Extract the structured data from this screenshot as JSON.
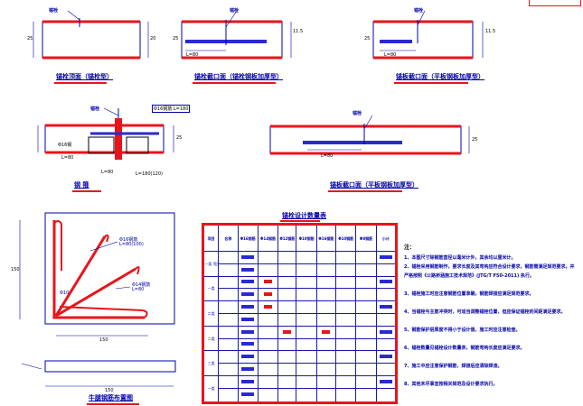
{
  "top_right_box": "",
  "sections": {
    "s1": {
      "caption": "锚栓顶面（锚栓型）",
      "anchor": "锚栓",
      "dim_left": "25",
      "dim_right": "20"
    },
    "s2": {
      "caption": "锚栓截口面（锚栓钢板加厚型）",
      "anchor": "锚栓",
      "dim_left": "25",
      "dim_right": "11.5",
      "dim_bottom": "L=80"
    },
    "s3": {
      "caption": "锚板截口面（平板钢板加厚型）",
      "anchor": "锚栓",
      "dim_left": "25",
      "dim_right": "11.5",
      "dim_bottom": "L=80"
    },
    "s4": {
      "caption": "钢 箍",
      "anchor": "锚栓",
      "note_tr": "Φ16钢筋 L=180",
      "dim_bl": "Φ16钢",
      "dim_bl2": "L=80",
      "dim_b": "L=80",
      "dim_br": "L=180(120)",
      "dim_right": "25"
    },
    "s5": {
      "caption": "锚板截口面（平板钢板加厚型）",
      "anchor": "锚栓",
      "dim_right": "25",
      "dim_bottom": "L=80"
    }
  },
  "bracket": {
    "caption": "牛腿钢筋布置图",
    "note1": "Φ16钢筋",
    "note2": "L=80(100)",
    "note3": "Φ14钢筋",
    "note4": "L=80",
    "note5": "Φ10",
    "dim_left": "150",
    "dim_bottom": "150",
    "dim_bottom2": "150"
  },
  "schedule": {
    "title": "锚栓设计数量表",
    "headers": [
      "项目",
      "名称",
      "Φ16钢筋",
      "Φ14钢筋",
      "Φ12钢筋",
      "Φ10钢筋",
      "Φ16钢筋",
      "Φ10钢筋",
      "Φ8钢筋",
      "小计"
    ],
    "rows": [
      {
        "item": "一类 Ⅰ型"
      },
      {
        "item": "一类"
      },
      {
        "item": "二类"
      },
      {
        "item": "二类"
      },
      {
        "item": "三类"
      },
      {
        "item": "一类"
      }
    ]
  },
  "notes": {
    "title": "注：",
    "items": [
      "1、本图尺寸除钢筋直径以毫米计外，其余均以厘米计。",
      "2、锚栓采用钢筋制作，要求长度及其弯钩应符合设计要求，钢筋需满足规范要求。并严格按照《公路桥涵施工技术规范》(JTG/T F50-2011) 执行。",
      "3、锚栓施工时应注意钢筋位置准确，钢筋焊接应满足规范要求。",
      "4、当锚栓与主筋冲突时，可适当调整锚栓位置，但应保证锚栓的间距满足要求。",
      "5、钢筋保护层厚度不得小于设计值，施工时应注意检查。",
      "6、锚栓数量见锚栓设计数量表，钢筋弯钩长度应满足要求。",
      "7、施工中应注意保护钢筋，焊接后应清除焊渣。",
      "8、其他未尽事宜按相关规范及设计要求执行。"
    ]
  }
}
